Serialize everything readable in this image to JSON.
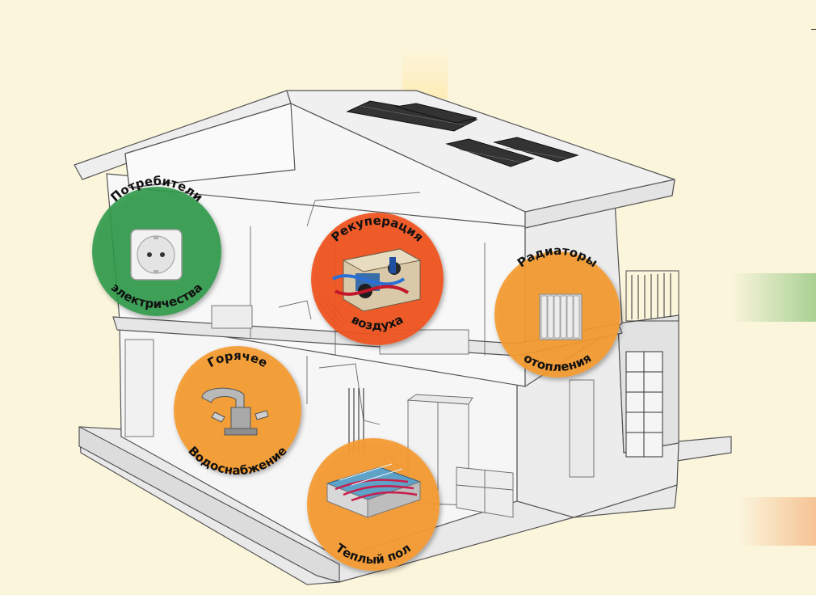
{
  "colors": {
    "background": "#fbf5dc",
    "green_badge": "#2e9a4a",
    "red_badge": "#f0521f",
    "orange_badge": "#f59a2f"
  },
  "badges": {
    "electricity": {
      "line1": "Потребители",
      "line2": "электричества",
      "icon": "power-socket-icon"
    },
    "recuperation": {
      "line1": "Рекуперация",
      "line2": "воздуха",
      "icon": "heat-recovery-unit-icon"
    },
    "radiators": {
      "line1": "Радиаторы",
      "line2": "отопления",
      "icon": "radiator-icon"
    },
    "hot_water": {
      "line1": "Горячее",
      "line2": "Водоснабжение",
      "icon": "water-faucet-icon"
    },
    "floor_heating": {
      "line1": "Теплый пол",
      "icon": "floor-heating-pipes-icon"
    }
  }
}
